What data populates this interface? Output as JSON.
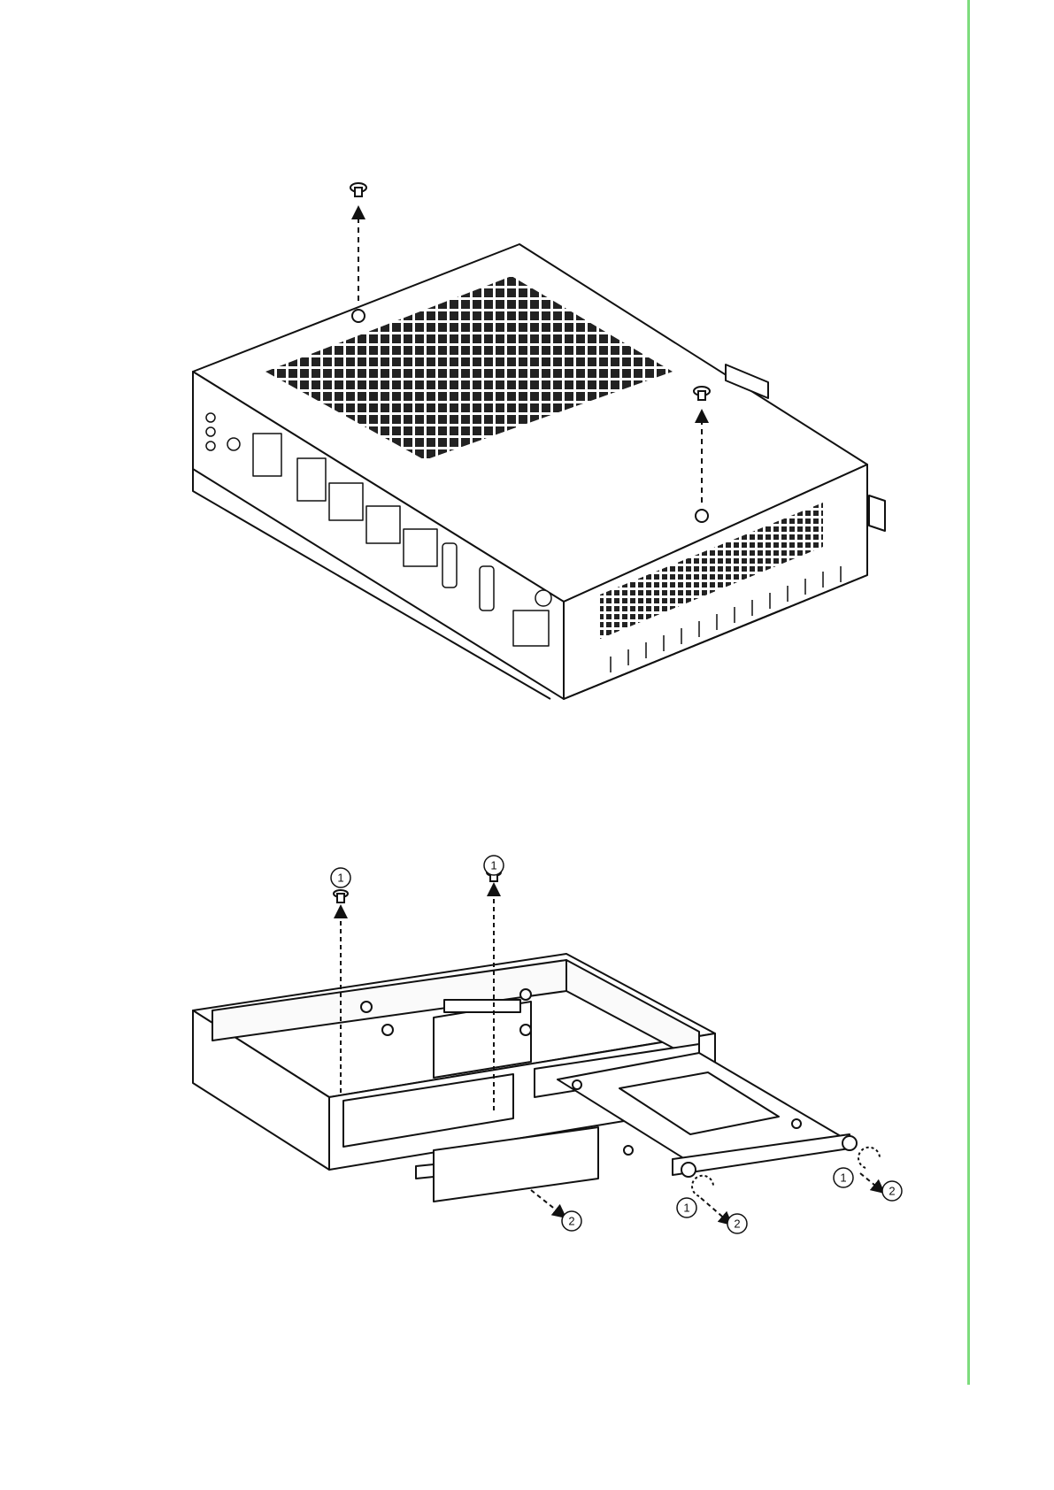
{
  "page": {
    "accent_rule_color": "#7ddc7d"
  },
  "figure2": {
    "callouts": [
      "1",
      "1",
      "1",
      "1",
      "2",
      "2",
      "2"
    ]
  }
}
